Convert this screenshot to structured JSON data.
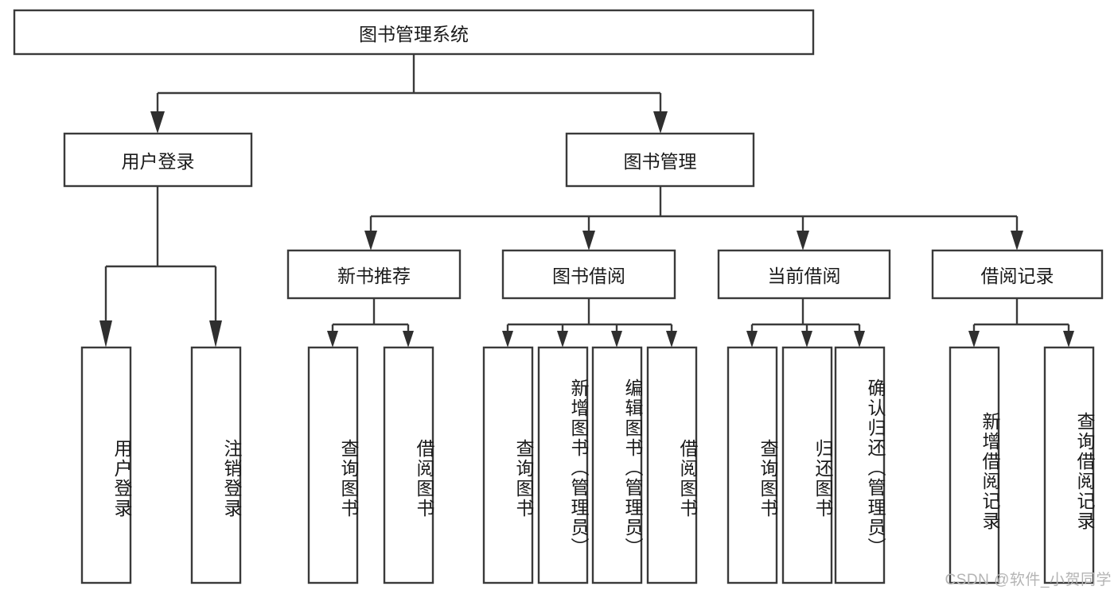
{
  "diagram": {
    "type": "tree-hierarchy",
    "title": "图书管理系统",
    "watermark": "CSDN @软件_小贺同学",
    "colors": {
      "stroke": "#3a3a3a",
      "fill": "#ffffff",
      "text": "#1a1a1a",
      "watermark": "#b4b4b4"
    },
    "levels": {
      "root": {
        "label": "图书管理系统"
      },
      "level2": [
        {
          "label": "用户登录"
        },
        {
          "label": "图书管理"
        }
      ],
      "level3": [
        {
          "label": "新书推荐"
        },
        {
          "label": "图书借阅"
        },
        {
          "label": "当前借阅"
        },
        {
          "label": "借阅记录"
        }
      ],
      "leaves": [
        {
          "label": "用户登录",
          "parent": "用户登录"
        },
        {
          "label": "注销登录",
          "parent": "用户登录"
        },
        {
          "label": "查询图书",
          "parent": "新书推荐"
        },
        {
          "label": "借阅图书",
          "parent": "新书推荐"
        },
        {
          "label": "查询图书",
          "parent": "图书借阅"
        },
        {
          "label": "新增图书（管理员）",
          "parent": "图书借阅"
        },
        {
          "label": "编辑图书（管理员）",
          "parent": "图书借阅"
        },
        {
          "label": "借阅图书",
          "parent": "图书借阅"
        },
        {
          "label": "查询图书",
          "parent": "当前借阅"
        },
        {
          "label": "归还图书",
          "parent": "当前借阅"
        },
        {
          "label": "确认归还（管理员）",
          "parent": "当前借阅"
        },
        {
          "label": "新增借阅记录",
          "parent": "借阅记录"
        },
        {
          "label": "查询借阅记录",
          "parent": "借阅记录"
        }
      ]
    }
  }
}
